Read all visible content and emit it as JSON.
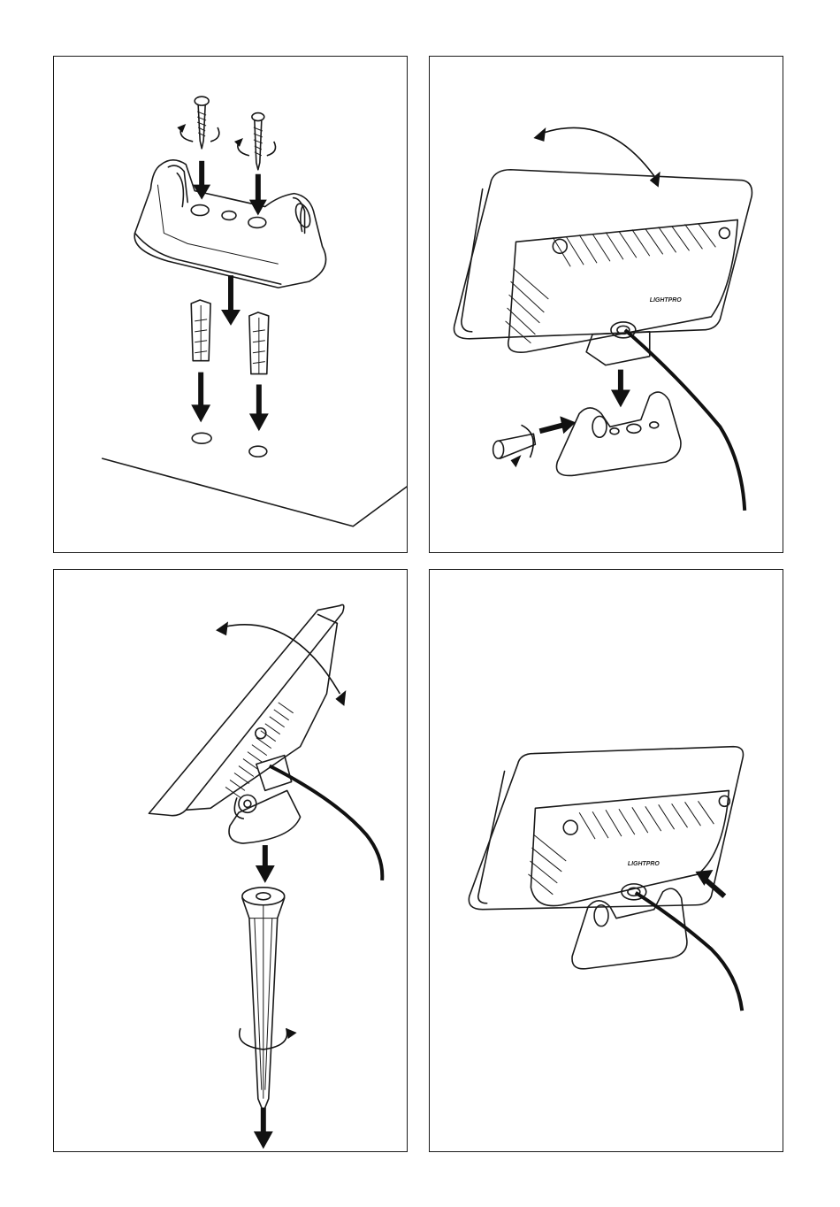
{
  "figure": {
    "steps": [
      {
        "panel": "wall-mount",
        "items": [
          "screws",
          "bracket",
          "wall-plugs",
          "drilled-holes"
        ]
      },
      {
        "panel": "attach-floodlight",
        "items": [
          "floodlight",
          "bracket",
          "pivot-bolt",
          "cable"
        ]
      },
      {
        "panel": "ground-spike-mount",
        "items": [
          "floodlight",
          "ground-spike",
          "cable"
        ]
      },
      {
        "panel": "final-assembly",
        "items": [
          "floodlight",
          "bracket",
          "cable",
          "indicator-arrow"
        ]
      }
    ],
    "brand_text": "LIGHTPRO"
  },
  "colors": {
    "line": "#1a1a1a",
    "arrow": "#111111",
    "shade": "#e6e6e6",
    "shade_dark": "#d2d2d2"
  }
}
